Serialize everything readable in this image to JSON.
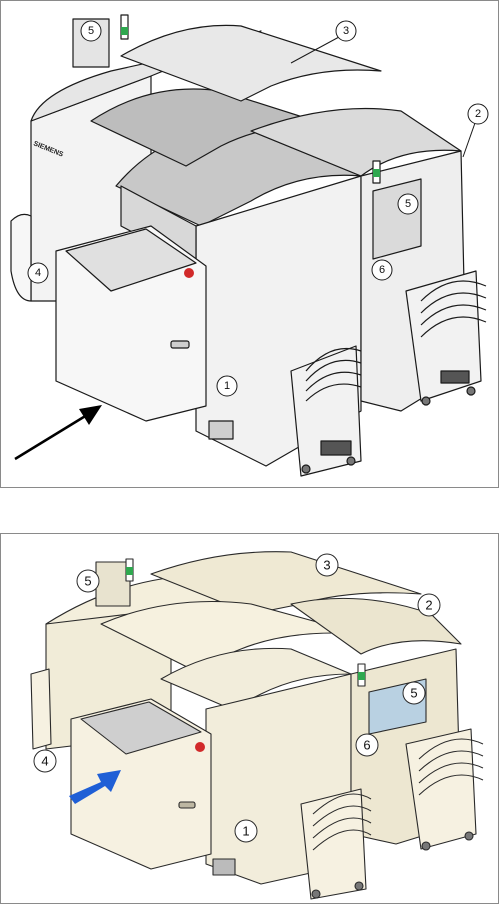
{
  "top_figure": {
    "brand": "SIEMENS",
    "callouts": [
      {
        "id": "c1",
        "label": "1"
      },
      {
        "id": "c2",
        "label": "2"
      },
      {
        "id": "c3",
        "label": "3"
      },
      {
        "id": "c4",
        "label": "4"
      },
      {
        "id": "c5a",
        "label": "5"
      },
      {
        "id": "c5b",
        "label": "5"
      },
      {
        "id": "c6",
        "label": "6"
      }
    ]
  },
  "bottom_figure": {
    "callouts": [
      {
        "id": "c1",
        "label": "1"
      },
      {
        "id": "c2",
        "label": "2"
      },
      {
        "id": "c3",
        "label": "3"
      },
      {
        "id": "c4",
        "label": "4"
      },
      {
        "id": "c5a",
        "label": "5"
      },
      {
        "id": "c5b",
        "label": "5"
      },
      {
        "id": "c6",
        "label": "6"
      }
    ]
  },
  "colors": {
    "outline": "#1a1a1a",
    "top_panel_fill": "#ececec",
    "top_cover_grey": "#b9b9b9",
    "bottom_panel_fill": "#f0ebd6",
    "bottom_cover": "#f4efdc",
    "arrow_black": "#000000",
    "arrow_blue": "#1f5fd6",
    "signal_green": "#2fa84f",
    "signal_red": "#d12a2a"
  }
}
